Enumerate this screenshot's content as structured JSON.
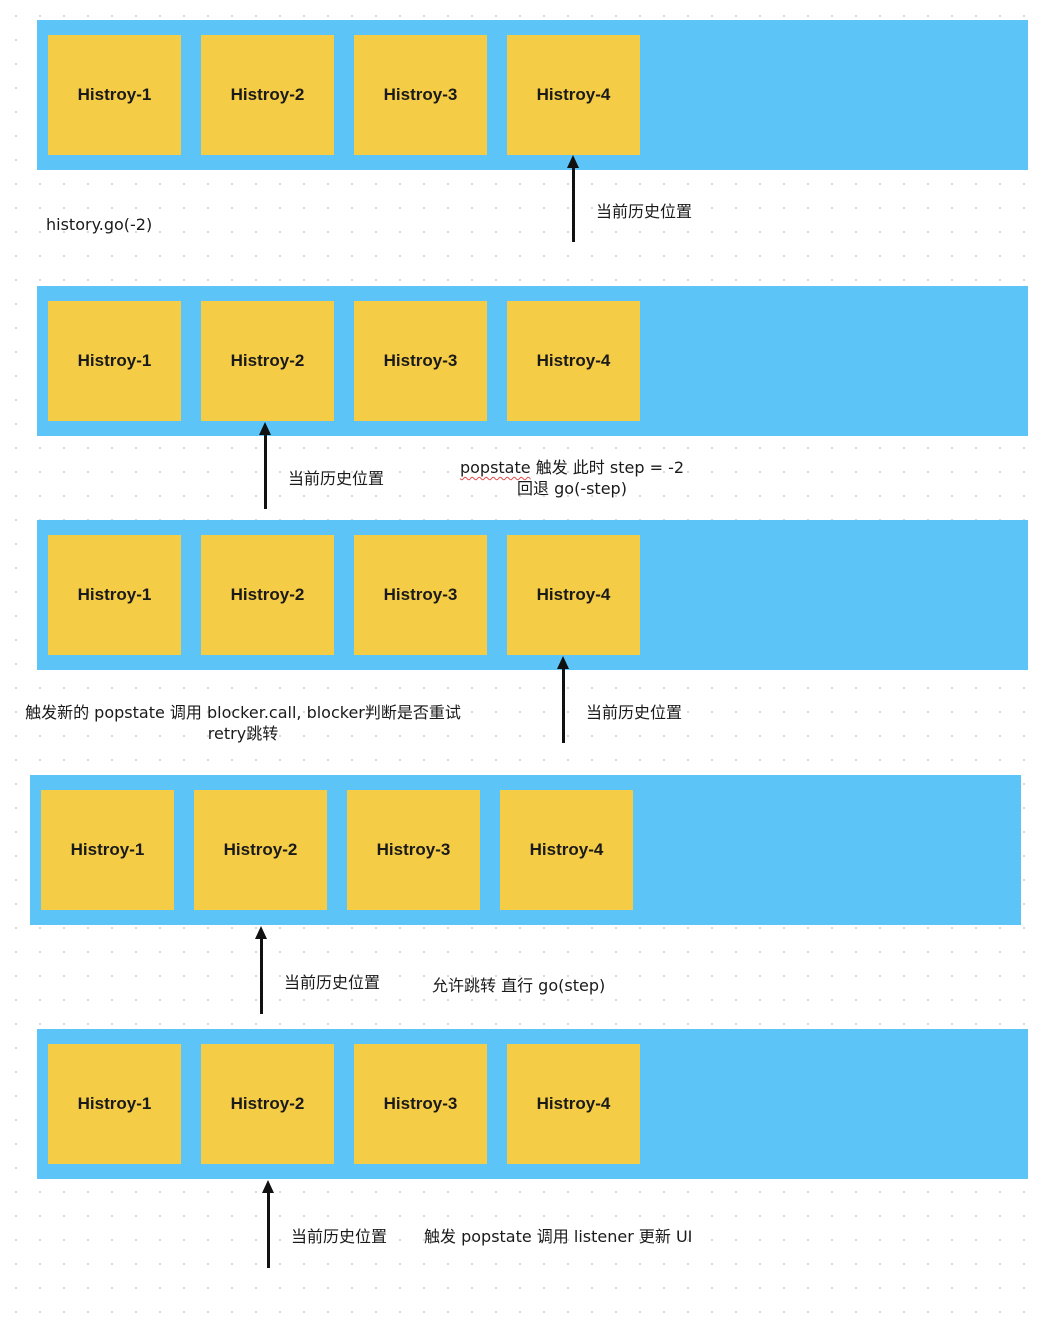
{
  "cards": [
    "Histroy-1",
    "Histroy-2",
    "Histroy-3",
    "Histroy-4"
  ],
  "lane_color": "#5cc4f6",
  "card_color": "#f5cc45",
  "arrow_color": "#111111",
  "annotations": {
    "step1_call": "history.go(-2)",
    "position_label": "当前历史位置",
    "step2_popstate": "popstate",
    "step2_popstate_rest": "触发 此时 step = -2",
    "step2_back": "回退 go(-step)",
    "step3_line1": "触发新的 popstate 调用 blocker.call, blocker判断是否重试",
    "step3_line2": "retry跳转",
    "step4_allow": "允许跳转 直行 go(step)",
    "step5_update": "触发 popstate 调用 listener 更新 UI"
  }
}
